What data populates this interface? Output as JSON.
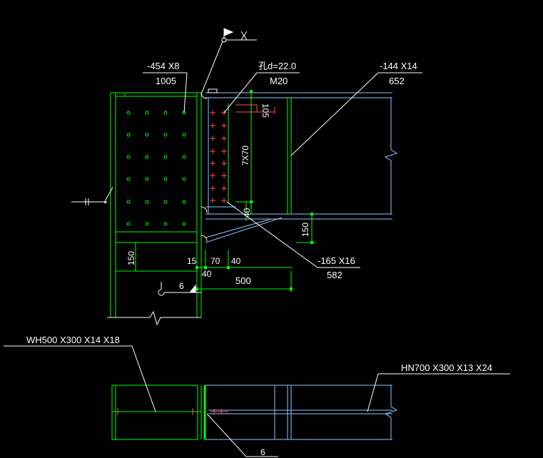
{
  "labels": {
    "web_plate_spec": "-454 X8",
    "web_plate_len": "1005",
    "bolt_hole": "孔d=22.0",
    "bolt_size": "M20",
    "flange_plate_spec": "-144 X14",
    "flange_plate_len": "652",
    "dim_105": "105",
    "dim_7x70": "7X70",
    "dim_40_vertical": "40",
    "dim_150_right": "150",
    "dim_150_left": "150",
    "dim_15": "15",
    "dim_70": "70",
    "dim_40_top": "40",
    "dim_40_bottom": "40",
    "stiffener_spec": "-165 X16",
    "stiffener_len": "582",
    "weld_size": "6",
    "dim_500": "500",
    "section_left": "WH500 X300 X14 X18",
    "section_right": "HN700 X300 X13 X24",
    "weld_size_bottom": "6"
  },
  "colors": {
    "background": "#000000",
    "object": "#00ff00",
    "annotation": "#ffffff",
    "beam": "#8cc8ff",
    "bolt": "#ff5050",
    "dimension": "#00ff00"
  }
}
